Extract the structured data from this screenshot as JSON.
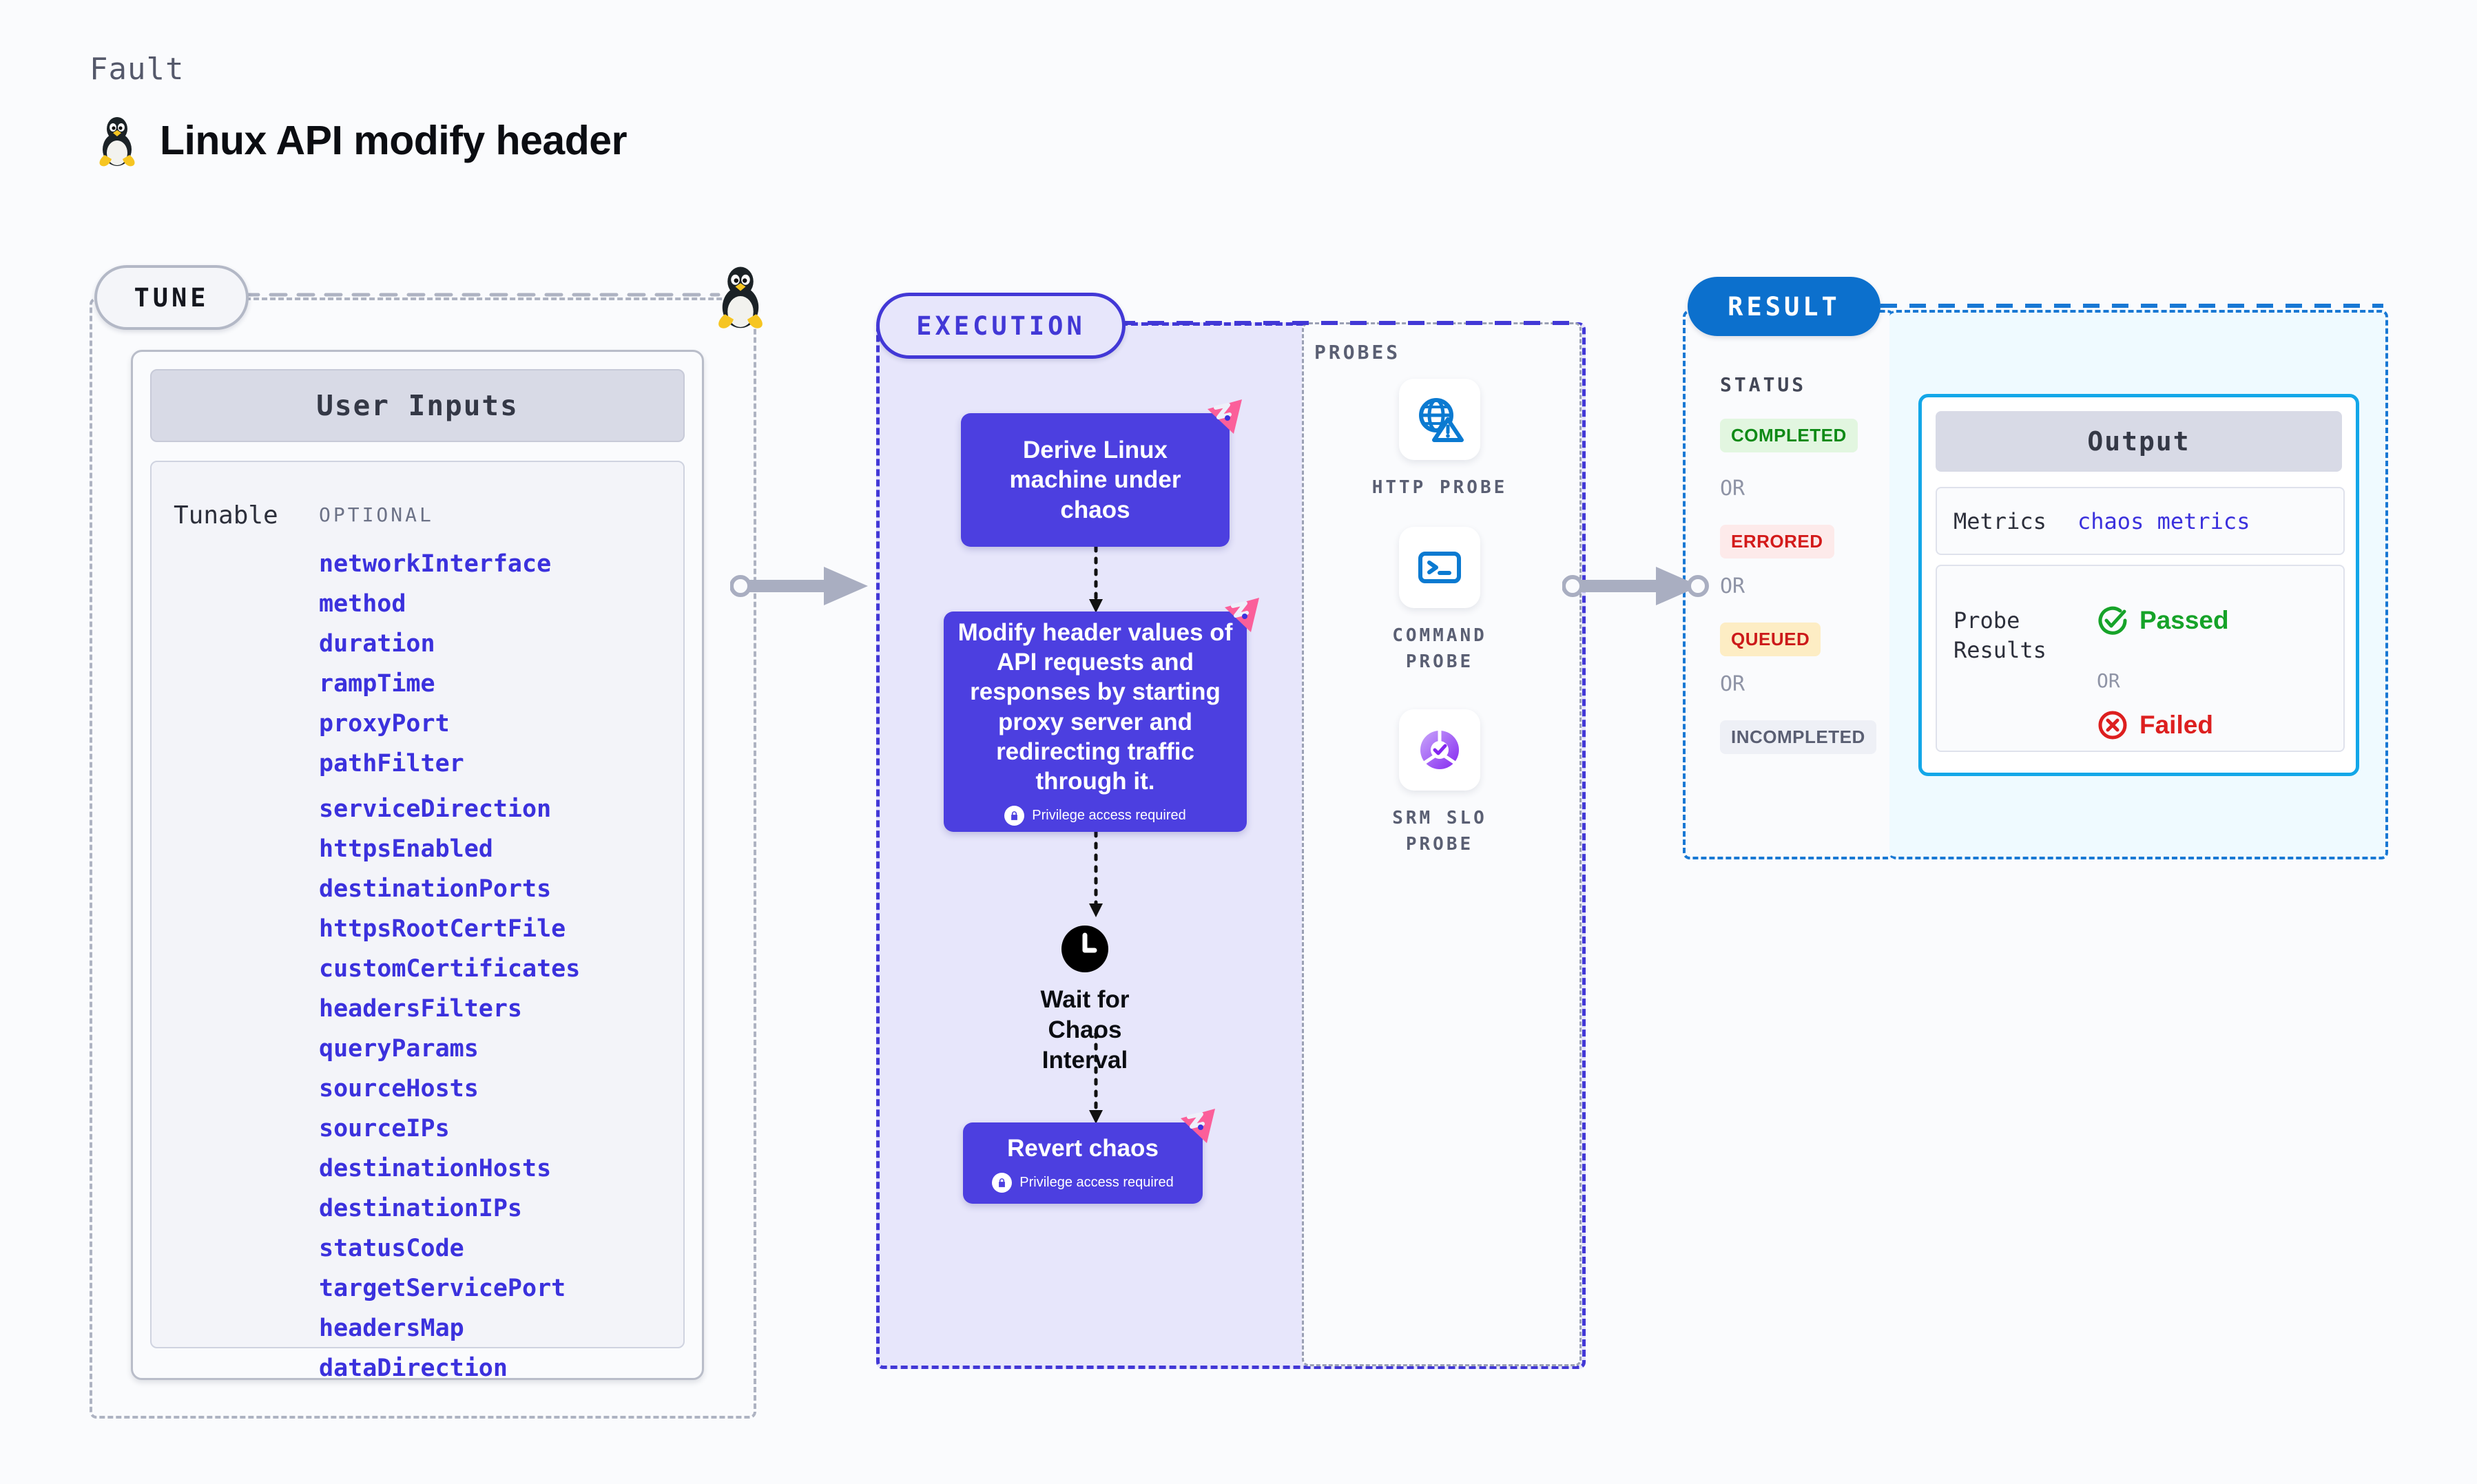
{
  "header": {
    "eyebrow": "Fault",
    "title": "Linux API modify header",
    "icon": "linux-tux-icon"
  },
  "tune": {
    "pill_label": "TUNE",
    "card_header": "User Inputs",
    "tunable_label": "Tunable",
    "optional_label": "OPTIONAL",
    "tunables": [
      "networkInterface",
      "method",
      "duration",
      "rampTime",
      "proxyPort",
      "pathFilter",
      "serviceDirection",
      "httpsEnabled",
      "destinationPorts",
      "httpsRootCertFile",
      "customCertificates",
      "headersFilters",
      "queryParams",
      "sourceHosts",
      "sourceIPs",
      "destinationHosts",
      "destinationIPs",
      "statusCode",
      "targetServicePort",
      "headersMap",
      "dataDirection"
    ]
  },
  "execution": {
    "pill_label": "EXECUTION",
    "steps": [
      {
        "id": "derive",
        "text": "Derive Linux machine under chaos",
        "privilege": null,
        "flag": true
      },
      {
        "id": "modify",
        "text": "Modify header values of API requests and responses by starting proxy server and redirecting traffic through it.",
        "privilege": "Privilege access required",
        "flag": true
      },
      {
        "id": "wait",
        "text": "Wait for Chaos Interval",
        "privilege": null,
        "flag": false
      },
      {
        "id": "revert",
        "text": "Revert chaos",
        "privilege": "Privilege access required",
        "flag": true
      }
    ]
  },
  "probes": {
    "section_label": "PROBES",
    "items": [
      {
        "label": "HTTP PROBE",
        "icon": "globe-warning-icon"
      },
      {
        "label": "COMMAND PROBE",
        "icon": "terminal-icon"
      },
      {
        "label": "SRM SLO PROBE",
        "icon": "srm-slo-icon"
      }
    ]
  },
  "result": {
    "pill_label": "RESULT",
    "status_label": "STATUS",
    "or_label": "OR",
    "statuses": [
      {
        "label": "COMPLETED",
        "bg": "#e2f6e0",
        "fg": "#0f8a16"
      },
      {
        "label": "ERRORED",
        "bg": "#fdeaea",
        "fg": "#d31a1a"
      },
      {
        "label": "QUEUED",
        "bg": "#fdedc4",
        "fg": "#cc1a1a"
      },
      {
        "label": "INCOMPLETED",
        "bg": "#eef0f6",
        "fg": "#5a5f73"
      }
    ],
    "output": {
      "header": "Output",
      "metrics_label": "Metrics",
      "metrics_value": "chaos metrics",
      "probe_results_label": "Probe Results",
      "passed_label": "Passed",
      "failed_label": "Failed",
      "or_label": "OR"
    }
  },
  "colors": {
    "execution_purple": "#4238d6",
    "execution_fill": "#e7e6fb",
    "step_box": "#4c3fe0",
    "result_blue": "#0c70cd",
    "output_border": "#13a7e8",
    "tunable_link": "#3b31dd",
    "chaos_flag_pink": "#fb5f9a"
  }
}
